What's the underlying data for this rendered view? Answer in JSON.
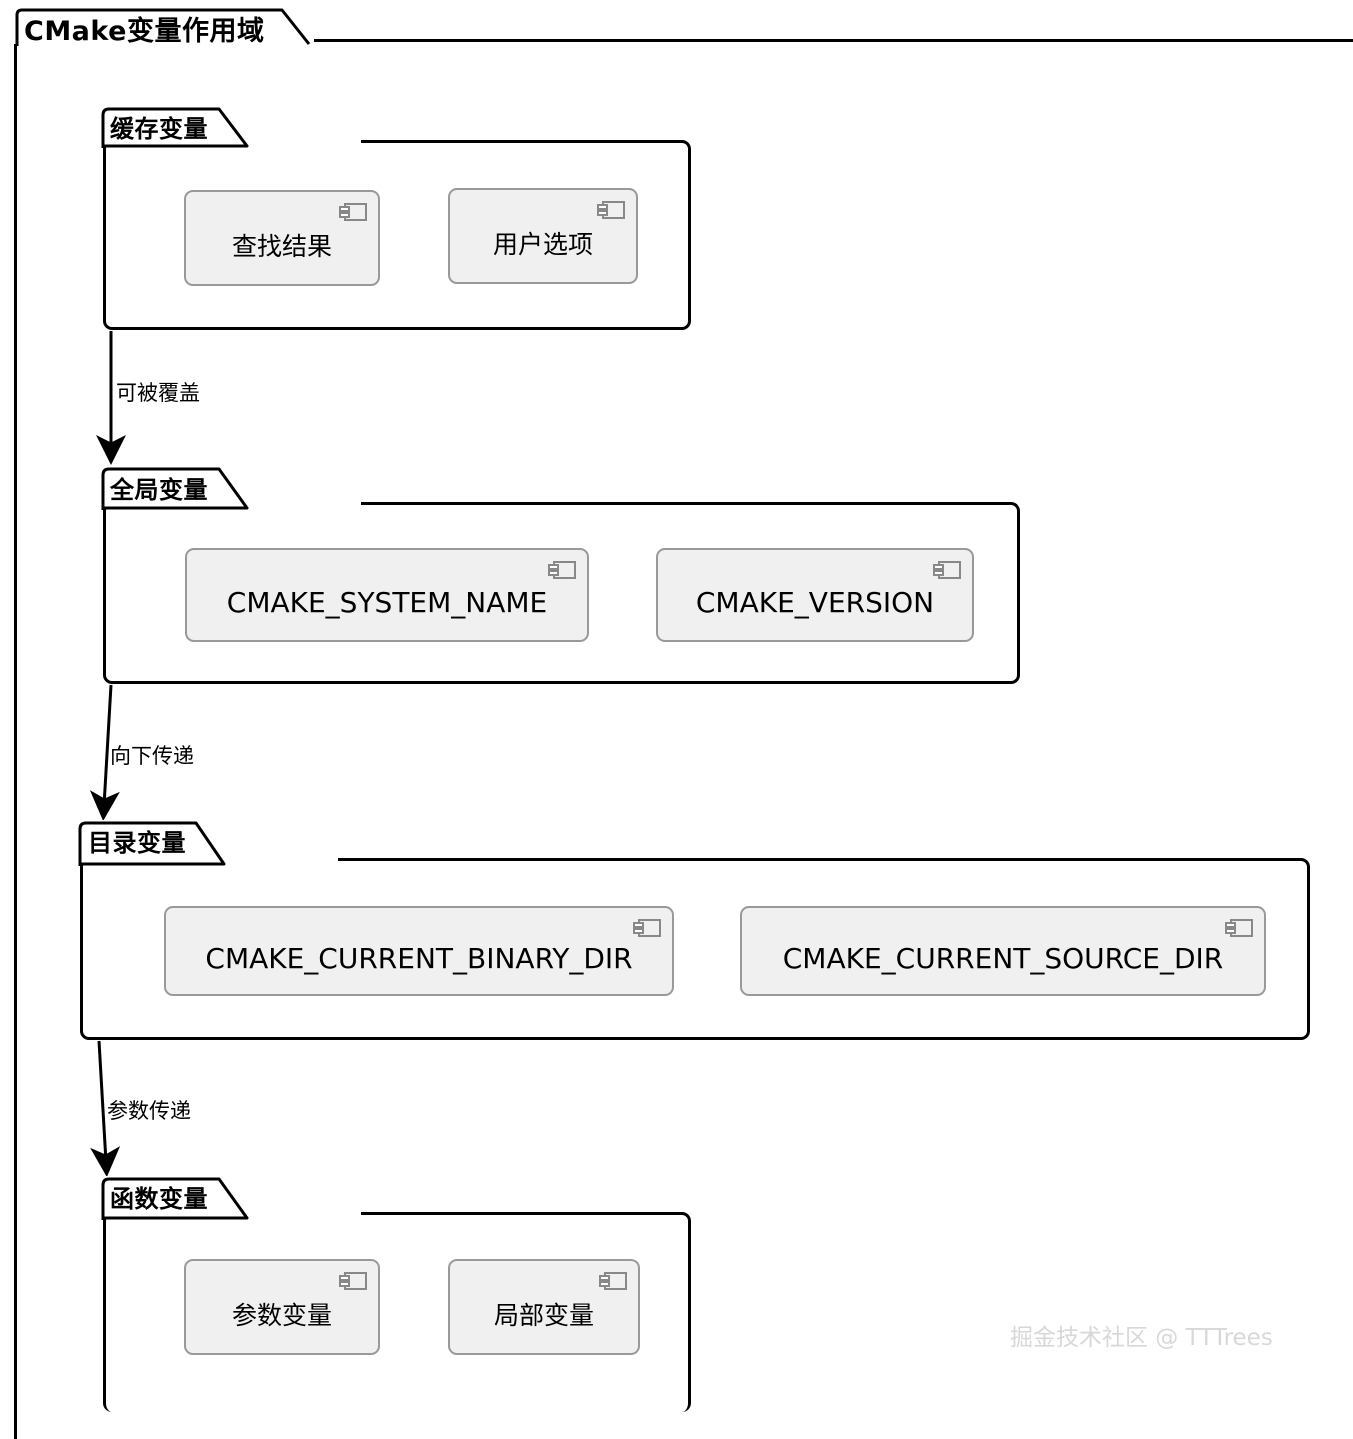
{
  "diagram": {
    "type": "uml-component-package-diagram",
    "title": "CMake变量作用域",
    "watermark": "掘金技术社区 @ TTTrees",
    "colors": {
      "frame_stroke": "#000000",
      "component_fill": "#f0f0f0",
      "component_stroke": "#999999",
      "background": "#ffffff",
      "watermark": "#d8d8d8"
    },
    "packages": [
      {
        "id": "cache",
        "title": "缓存变量",
        "components": [
          {
            "label": "查找结果",
            "icon": "uml-component-icon"
          },
          {
            "label": "用户选项",
            "icon": "uml-component-icon"
          }
        ]
      },
      {
        "id": "global",
        "title": "全局变量",
        "components": [
          {
            "label": "CMAKE_SYSTEM_NAME",
            "icon": "uml-component-icon"
          },
          {
            "label": "CMAKE_VERSION",
            "icon": "uml-component-icon"
          }
        ]
      },
      {
        "id": "directory",
        "title": "目录变量",
        "components": [
          {
            "label": "CMAKE_CURRENT_BINARY_DIR",
            "icon": "uml-component-icon"
          },
          {
            "label": "CMAKE_CURRENT_SOURCE_DIR",
            "icon": "uml-component-icon"
          }
        ]
      },
      {
        "id": "function",
        "title": "函数变量",
        "components": [
          {
            "label": "参数变量",
            "icon": "uml-component-icon"
          },
          {
            "label": "局部变量",
            "icon": "uml-component-icon"
          }
        ]
      }
    ],
    "arrows": [
      {
        "id": "cache-to-global",
        "label": "可被覆盖",
        "from": "缓存变量",
        "to": "全局变量"
      },
      {
        "id": "global-to-directory",
        "label": "向下传递",
        "from": "全局变量",
        "to": "目录变量"
      },
      {
        "id": "directory-to-function",
        "label": "参数传递",
        "from": "目录变量",
        "to": "函数变量"
      }
    ]
  }
}
